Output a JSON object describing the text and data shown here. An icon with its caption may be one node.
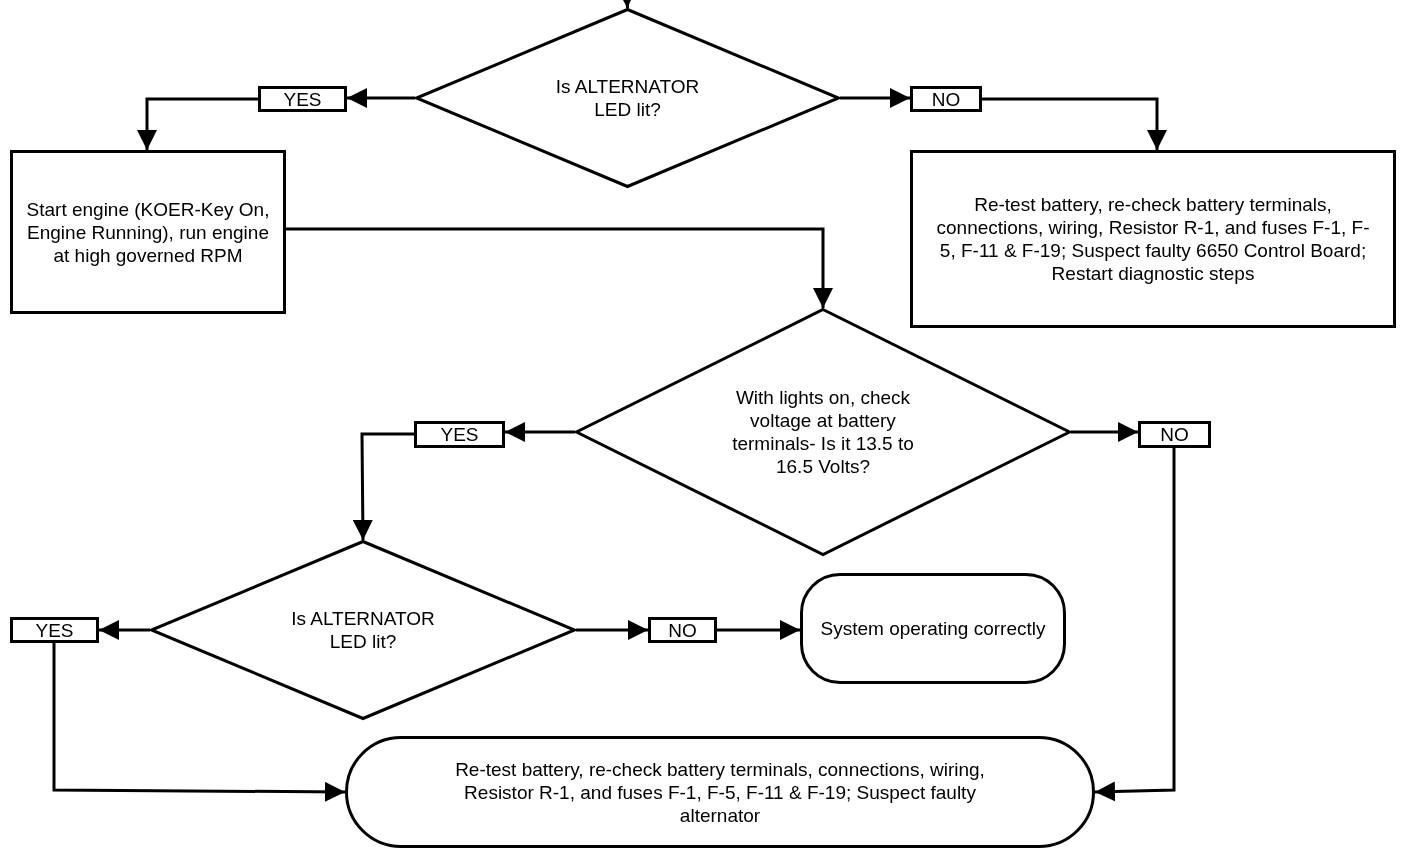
{
  "diagram": {
    "nodes": [
      {
        "text": [
          "Is ALTERNATOR LED lit?"
        ]
      },
      {
        "text": [
          "YES"
        ]
      },
      {
        "text": [
          "NO"
        ]
      },
      {
        "text": [
          "Start engine (KOER-Key On, Engine Running), run engine at high governed RPM"
        ]
      },
      {
        "text": [
          "Re-test battery, re-check battery terminals,  connections, wiring, Resistor R-1, and fuses F-1, F-5, F-11 & F-19; Suspect faulty 6650 Control Board; Restart diagnostic steps"
        ]
      },
      {
        "text": [
          "With lights on, check voltage at battery terminals- Is it 13.5 to 16.5 Volts?"
        ]
      },
      {
        "text": [
          "YES"
        ]
      },
      {
        "text": [
          "NO"
        ]
      },
      {
        "text": [
          "Is ALTERNATOR LED lit?"
        ]
      },
      {
        "text": [
          "YES"
        ]
      },
      {
        "text": [
          "NO"
        ]
      },
      {
        "text": [
          "System operating correctly"
        ]
      },
      {
        "text": [
          "Re-test battery, re-check battery terminals, connections, wiring, Resistor R-1, and fuses F-1, F-5, F-11 & F-19; Suspect faulty alternator"
        ]
      }
    ],
    "edges": [
      {
        "from": null,
        "to": 0,
        "arrow": "to"
      },
      {
        "from": 0,
        "to": 1,
        "arrow": "to"
      },
      {
        "from": 1,
        "to": 3,
        "arrow": "to"
      },
      {
        "from": 0,
        "to": 2,
        "arrow": "to"
      },
      {
        "from": 2,
        "to": 4,
        "arrow": "to"
      },
      {
        "from": 3,
        "to": 5,
        "arrow": "to"
      },
      {
        "from": 5,
        "to": 6,
        "arrow": "to"
      },
      {
        "from": 6,
        "to": 8,
        "arrow": "to"
      },
      {
        "from": 5,
        "to": 7,
        "arrow": "to"
      },
      {
        "from": 7,
        "to": 12,
        "arrow": "to"
      },
      {
        "from": 8,
        "to": 9,
        "arrow": "to"
      },
      {
        "from": 8,
        "to": 10,
        "arrow": "to"
      },
      {
        "from": 10,
        "to": 11,
        "arrow": "to"
      },
      {
        "from": 9,
        "to": 12,
        "arrow": "to"
      }
    ]
  }
}
